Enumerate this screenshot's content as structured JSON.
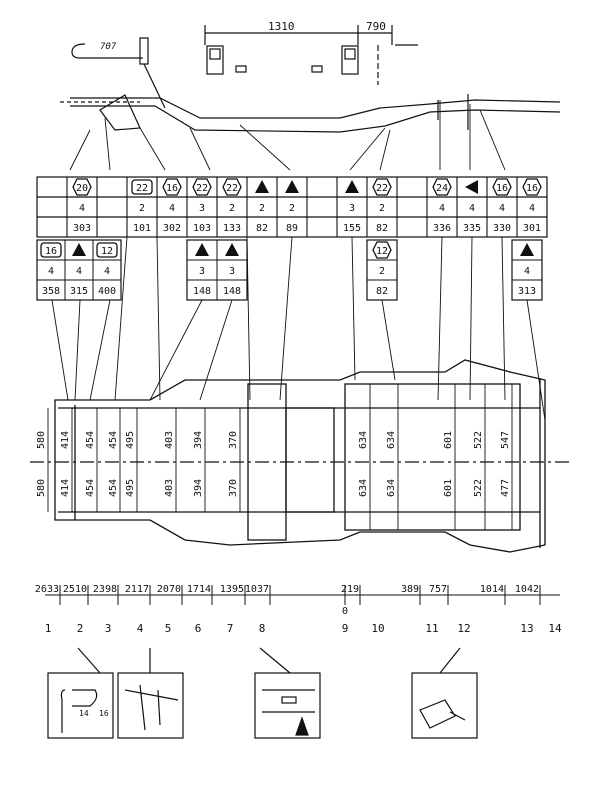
{
  "top_dims": {
    "d1": "1310",
    "d2": "790",
    "part": "707"
  },
  "upper_table": {
    "columns": [
      {
        "sym": "",
        "n": "",
        "code": ""
      },
      {
        "sym": "hex:20",
        "n": "4",
        "code": "303"
      },
      {
        "sym": "",
        "n": "",
        "code": ""
      },
      {
        "sym": "rect:22",
        "n": "2",
        "code": "101"
      },
      {
        "sym": "hex:16",
        "n": "4",
        "code": "302"
      },
      {
        "sym": "hex:22",
        "n": "3",
        "code": "103"
      },
      {
        "sym": "hex:22",
        "n": "2",
        "code": "133"
      },
      {
        "sym": "tri",
        "n": "2",
        "code": "82"
      },
      {
        "sym": "tri",
        "n": "2",
        "code": "89"
      },
      {
        "sym": "",
        "n": "",
        "code": ""
      },
      {
        "sym": "tri",
        "n": "3",
        "code": "155"
      },
      {
        "sym": "hex:22",
        "n": "2",
        "code": "82"
      },
      {
        "sym": "",
        "n": "",
        "code": ""
      },
      {
        "sym": "hex:24",
        "n": "4",
        "code": "336"
      },
      {
        "sym": "ltri",
        "n": "4",
        "code": "335"
      },
      {
        "sym": "hex:16",
        "n": "4",
        "code": "330"
      },
      {
        "sym": "hex:16",
        "n": "4",
        "code": "301"
      }
    ]
  },
  "sub_tables": [
    {
      "cols": [
        {
          "sym": "rect:16",
          "n": "4",
          "code": "358"
        },
        {
          "sym": "tri",
          "n": "4",
          "code": "315"
        },
        {
          "sym": "rect:12",
          "n": "4",
          "code": "400"
        }
      ]
    },
    {
      "cols": [
        {
          "sym": "tri",
          "n": "3",
          "code": "148"
        },
        {
          "sym": "tri",
          "n": "3",
          "code": "148"
        }
      ]
    },
    {
      "cols": [
        {
          "sym": "hex:12",
          "n": "2",
          "code": "82"
        }
      ]
    },
    {
      "cols": [
        {
          "sym": "tri",
          "n": "4",
          "code": "313"
        }
      ]
    }
  ],
  "widths": {
    "left_top": "580",
    "left_bot": "580",
    "v1": [
      "414",
      "454",
      "454",
      "495",
      "403",
      "394",
      "370"
    ],
    "v2": [
      "414",
      "454",
      "454",
      "495",
      "403",
      "394",
      "370"
    ],
    "r1": [
      "634",
      "634",
      "601",
      "522",
      "547"
    ],
    "r2": [
      "634",
      "634",
      "601",
      "522",
      "477"
    ]
  },
  "bottom_dims": [
    "2633",
    "2510",
    "2398",
    "2117",
    "2070",
    "1714",
    "1395",
    "1037",
    "0",
    "219",
    "389",
    "757",
    "1014",
    "1042"
  ],
  "points": [
    "1",
    "2",
    "3",
    "4",
    "5",
    "6",
    "7",
    "8",
    "9",
    "10",
    "11",
    "12",
    "13",
    "14"
  ],
  "details": {
    "d1_a": "14",
    "d1_b": "16"
  }
}
